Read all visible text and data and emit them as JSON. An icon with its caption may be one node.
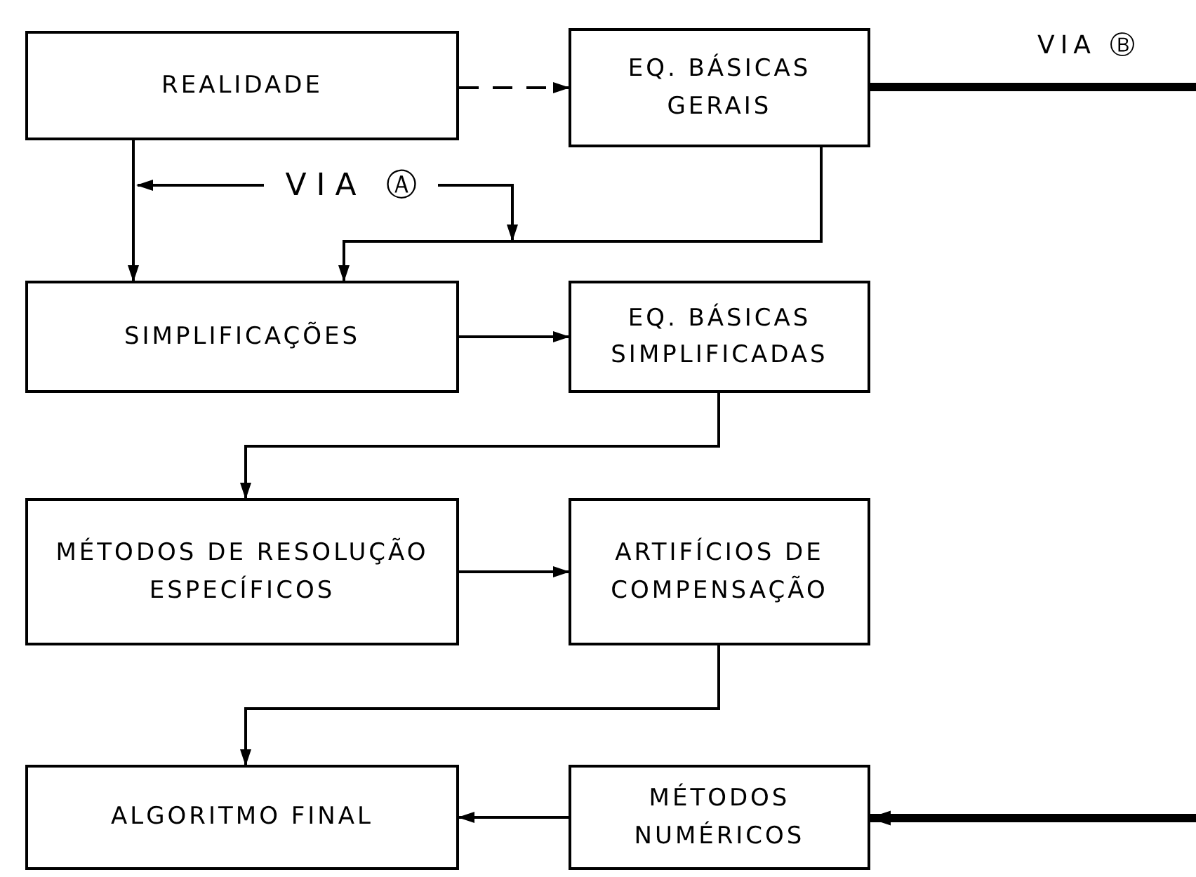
{
  "diagram": {
    "nodes": [
      {
        "text": [
          "REALIDADE"
        ]
      },
      {
        "text": [
          "EQ. BÁSICAS GERAIS"
        ]
      },
      {
        "text": [
          "SIMPLIFICAÇÕES"
        ]
      },
      {
        "text": [
          "EQ. BÁSICAS SIMPLIFICADAS"
        ]
      },
      {
        "text": [
          "MÉTODOS DE RESOLUÇÃO ESPECÍFICOS"
        ]
      },
      {
        "text": [
          "ARTIFÍCIOS DE COMPENSAÇÃO"
        ]
      },
      {
        "text": [
          "ALGORITMO FINAL"
        ]
      },
      {
        "text": [
          "MÉTODOS NUMÉRICOS"
        ]
      },
      {
        "text": [
          "VIA Ⓐ"
        ]
      }
    ],
    "edges": [
      {
        "from": 0,
        "to": 1,
        "arrow": "to",
        "style": "dashed"
      },
      {
        "from": 1,
        "to": 2,
        "arrow": "to"
      },
      {
        "from": 0,
        "to": 2,
        "arrow": "to"
      },
      {
        "from": 8,
        "to": null,
        "arrow": "to"
      },
      {
        "from": 8,
        "to": null,
        "arrow": "to"
      },
      {
        "from": 1,
        "to": null,
        "arrow": "none",
        "style": "thick",
        "label": "VIA Ⓑ"
      },
      {
        "from": 2,
        "to": 3,
        "arrow": "to"
      },
      {
        "from": 3,
        "to": 4,
        "arrow": "to"
      },
      {
        "from": 4,
        "to": 5,
        "arrow": "to"
      },
      {
        "from": 5,
        "to": 6,
        "arrow": "to"
      },
      {
        "from": 7,
        "to": 6,
        "arrow": "to"
      },
      {
        "from": null,
        "to": 7,
        "arrow": "to",
        "style": "thick"
      }
    ]
  }
}
